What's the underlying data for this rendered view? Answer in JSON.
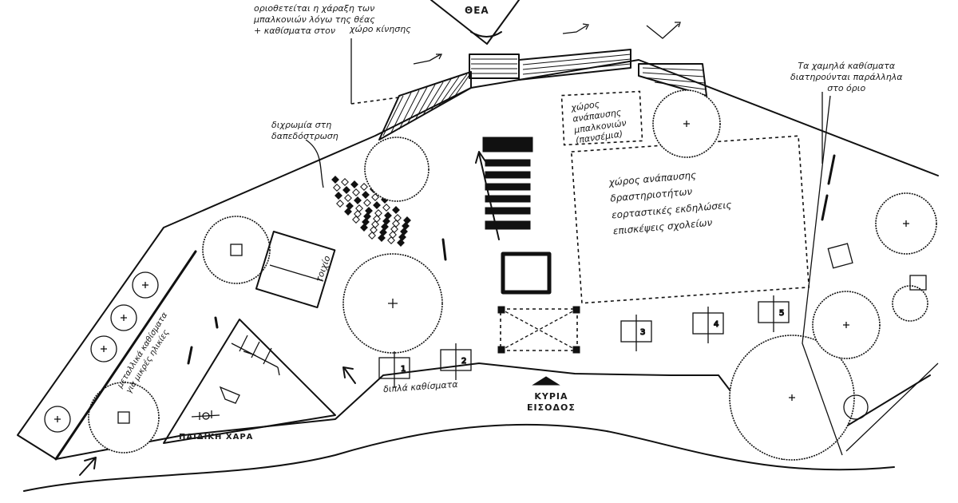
{
  "labels": {
    "theatre": "ΘΕΑ",
    "note_map": "οριοθετείται η χάραξη των\nμπαλκονιών λόγω της θέας\n+ καθίσματα στον",
    "note_map_2": "χώρο κίνησης",
    "color_paving": "διχρωμία στη\nδαπεδόστρωση",
    "rest_lower_note": "χώρος\nανάπαυσης\nμπαλκονιών\n(πανσέμια)",
    "rest_area": "χώρος ανάπαυσης\nδραστηριοτήτων\nεορταστικές εκδηλώσεις\nεπισκέψεις σχολείων",
    "existing_benches": "Τα χαμηλά καθίσματα\nδιατηρούνται παράλληλα\nστο όριο",
    "wall": "τοιχίο",
    "wooden_benches": "μεταλλικά καθίσματα\nγια μικρές ηλικίες",
    "playground": "ΠΑΙΔΙΚΗ ΧΑΡΑ",
    "double_benches": "διπλά καθίσματα",
    "main_entrance": "ΚΥΡΙΑ\nΕΙΣΟΔΟΣ"
  },
  "bench_numbers": [
    "1",
    "2",
    "3",
    "4",
    "5"
  ],
  "colors": {
    "ink": "#111111",
    "paper": "#ffffff"
  }
}
